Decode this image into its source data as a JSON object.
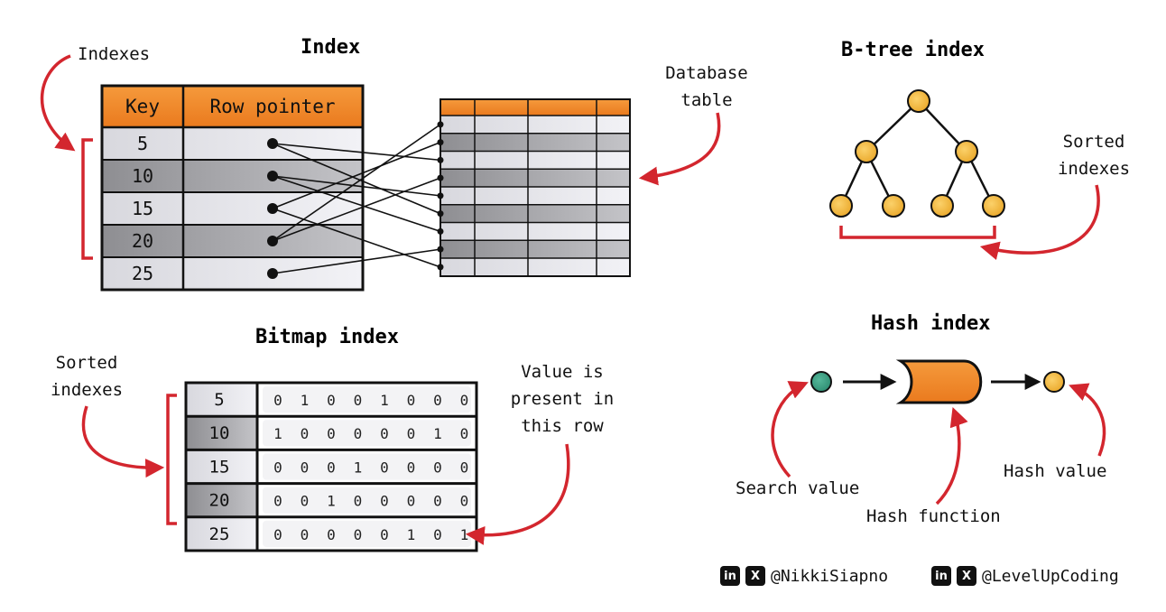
{
  "index_section": {
    "title": "Index",
    "columns": [
      "Key",
      "Row pointer"
    ],
    "keys": [
      "5",
      "10",
      "15",
      "20",
      "25"
    ],
    "indexes_label": "Indexes",
    "db_table_label": [
      "Database",
      "table"
    ],
    "pointer_targets": [
      2,
      4,
      1,
      8,
      3,
      0,
      7,
      5,
      6
    ]
  },
  "btree_section": {
    "title": "B-tree index",
    "sorted_label": [
      "Sorted",
      "indexes"
    ]
  },
  "bitmap_section": {
    "title": "Bitmap index",
    "sorted_label": [
      "Sorted",
      "indexes"
    ],
    "present_label": [
      "Value is",
      "present in",
      "this row"
    ],
    "rows": [
      {
        "key": "5",
        "bits": [
          "0",
          "1",
          "0",
          "0",
          "1",
          "0",
          "0",
          "0"
        ]
      },
      {
        "key": "10",
        "bits": [
          "1",
          "0",
          "0",
          "0",
          "0",
          "0",
          "1",
          "0"
        ]
      },
      {
        "key": "15",
        "bits": [
          "0",
          "0",
          "0",
          "1",
          "0",
          "0",
          "0",
          "0"
        ]
      },
      {
        "key": "20",
        "bits": [
          "0",
          "0",
          "1",
          "0",
          "0",
          "0",
          "0",
          "0"
        ]
      },
      {
        "key": "25",
        "bits": [
          "0",
          "0",
          "0",
          "0",
          "0",
          "1",
          "0",
          "1"
        ]
      }
    ]
  },
  "hash_section": {
    "title": "Hash index",
    "search_label": "Search value",
    "function_label": "Hash function",
    "value_label": "Hash value"
  },
  "footer": {
    "handle_1": "@NikkiSiapno",
    "handle_2": "@LevelUpCoding",
    "linkedin_icon": "in",
    "x_icon": "X"
  },
  "colors": {
    "orange": "#f08a2c",
    "red": "#d3262e",
    "node_yellow": "#f4b63a",
    "teal": "#3a9a80",
    "row_light": "#e8e8ee",
    "row_dark": "#a9a9ad"
  }
}
